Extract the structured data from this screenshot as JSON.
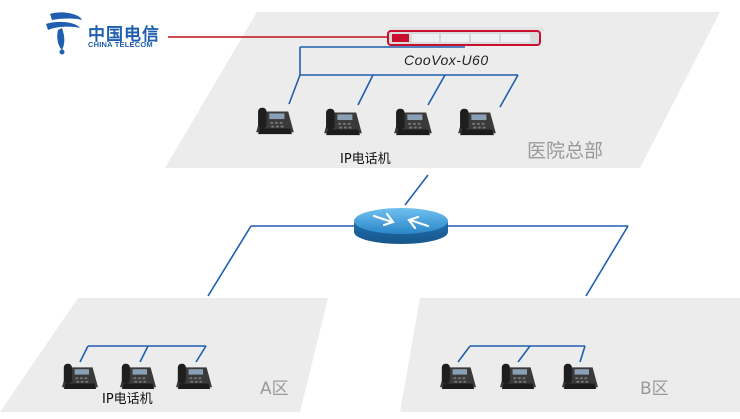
{
  "logo": {
    "brand_cn": "中国电信",
    "brand_en": "CHINA TELECOM",
    "logo_icon": "china-telecom-logo-icon"
  },
  "headquarters": {
    "device_name": "CooVox-U60",
    "phones_label": "IP电话机",
    "zone_label": "医院总部"
  },
  "zone_a": {
    "phones_label": "IP电话机",
    "zone_label": "A区"
  },
  "zone_b": {
    "zone_label": "B区"
  },
  "colors": {
    "platform": "#ececec",
    "network_line": "#1f5fae",
    "trunk_line": "#c0111b",
    "router": "#2a86c8",
    "phone": "#2b2b2b"
  }
}
